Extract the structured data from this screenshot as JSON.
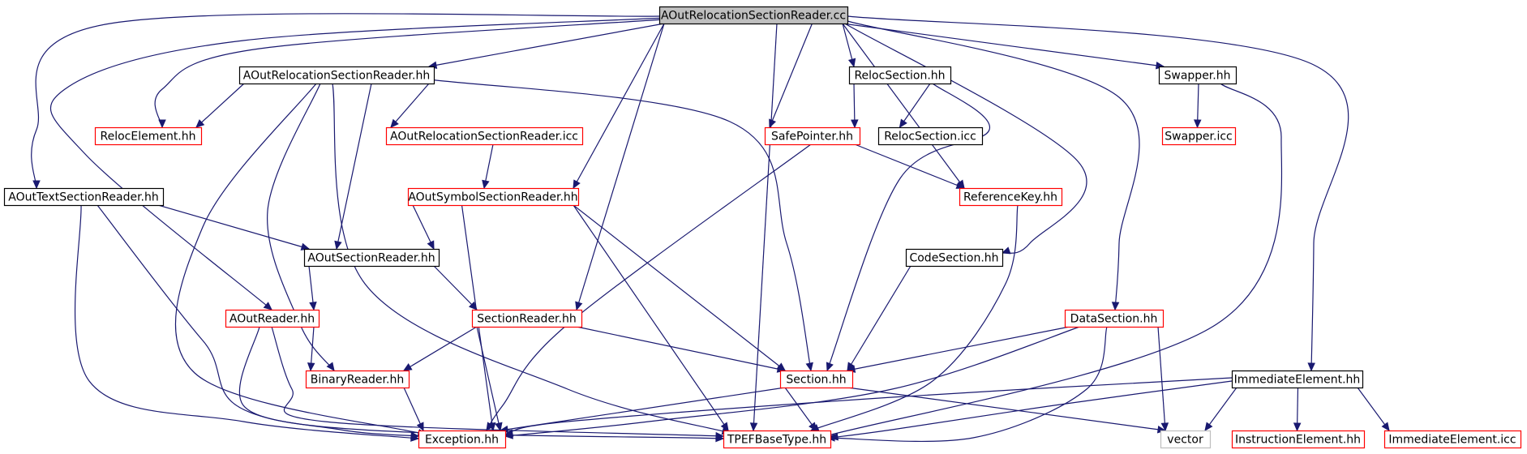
{
  "colors": {
    "edge": "#191970",
    "normal_border": "#000000",
    "missing_border": "#ff0000",
    "external_border": "#bfbfbf",
    "root_fill": "#bfbfbf",
    "node_fill": "#ffffff",
    "text": "#000000"
  },
  "nodes": [
    {
      "id": "root",
      "label": "AOutRelocationSectionReader.cc",
      "style": "root"
    },
    {
      "id": "aout_reloc_hh",
      "label": "AOutRelocationSectionReader.hh",
      "style": "normal"
    },
    {
      "id": "reloc_section_hh",
      "label": "RelocSection.hh",
      "style": "normal"
    },
    {
      "id": "swapper_hh",
      "label": "Swapper.hh",
      "style": "normal"
    },
    {
      "id": "reloc_element_hh",
      "label": "RelocElement.hh",
      "style": "missing"
    },
    {
      "id": "aout_reloc_icc",
      "label": "AOutRelocationSectionReader.icc",
      "style": "missing"
    },
    {
      "id": "safe_pointer_hh",
      "label": "SafePointer.hh",
      "style": "missing"
    },
    {
      "id": "reloc_section_icc",
      "label": "RelocSection.icc",
      "style": "normal"
    },
    {
      "id": "swapper_icc",
      "label": "Swapper.icc",
      "style": "missing"
    },
    {
      "id": "aout_text_hh",
      "label": "AOutTextSectionReader.hh",
      "style": "normal"
    },
    {
      "id": "aout_symbol_hh",
      "label": "AOutSymbolSectionReader.hh",
      "style": "missing"
    },
    {
      "id": "reference_key_hh",
      "label": "ReferenceKey.hh",
      "style": "missing"
    },
    {
      "id": "aout_section_hh",
      "label": "AOutSectionReader.hh",
      "style": "normal"
    },
    {
      "id": "code_section_hh",
      "label": "CodeSection.hh",
      "style": "normal"
    },
    {
      "id": "aout_reader_hh",
      "label": "AOutReader.hh",
      "style": "missing"
    },
    {
      "id": "section_reader_hh",
      "label": "SectionReader.hh",
      "style": "missing"
    },
    {
      "id": "data_section_hh",
      "label": "DataSection.hh",
      "style": "missing"
    },
    {
      "id": "binary_reader_hh",
      "label": "BinaryReader.hh",
      "style": "missing"
    },
    {
      "id": "section_hh",
      "label": "Section.hh",
      "style": "missing"
    },
    {
      "id": "immediate_element_hh",
      "label": "ImmediateElement.hh",
      "style": "normal"
    },
    {
      "id": "exception_hh",
      "label": "Exception.hh",
      "style": "missing"
    },
    {
      "id": "tpef_base_hh",
      "label": "TPEFBaseType.hh",
      "style": "missing"
    },
    {
      "id": "vector",
      "label": "vector",
      "style": "external"
    },
    {
      "id": "instruction_element_hh",
      "label": "InstructionElement.hh",
      "style": "missing"
    },
    {
      "id": "immediate_element_icc",
      "label": "ImmediateElement.icc",
      "style": "missing"
    }
  ],
  "edges": [
    {
      "from": "root",
      "to": "aout_reloc_hh"
    },
    {
      "from": "root",
      "to": "reloc_element_hh"
    },
    {
      "from": "root",
      "to": "aout_text_hh"
    },
    {
      "from": "root",
      "to": "aout_reader_hh"
    },
    {
      "from": "root",
      "to": "aout_symbol_hh"
    },
    {
      "from": "root",
      "to": "section_reader_hh"
    },
    {
      "from": "root",
      "to": "safe_pointer_hh"
    },
    {
      "from": "root",
      "to": "tpef_base_hh"
    },
    {
      "from": "root",
      "to": "reloc_section_hh"
    },
    {
      "from": "root",
      "to": "reference_key_hh"
    },
    {
      "from": "root",
      "to": "code_section_hh"
    },
    {
      "from": "root",
      "to": "data_section_hh"
    },
    {
      "from": "root",
      "to": "swapper_hh"
    },
    {
      "from": "root",
      "to": "immediate_element_hh"
    },
    {
      "from": "aout_reloc_hh",
      "to": "reloc_element_hh"
    },
    {
      "from": "aout_reloc_hh",
      "to": "aout_reloc_icc"
    },
    {
      "from": "aout_reloc_hh",
      "to": "aout_section_hh"
    },
    {
      "from": "aout_reloc_hh",
      "to": "binary_reader_hh"
    },
    {
      "from": "aout_reloc_hh",
      "to": "exception_hh"
    },
    {
      "from": "aout_reloc_hh",
      "to": "tpef_base_hh"
    },
    {
      "from": "aout_reloc_hh",
      "to": "section_hh"
    },
    {
      "from": "aout_reloc_icc",
      "to": "aout_symbol_hh"
    },
    {
      "from": "aout_symbol_hh",
      "to": "aout_section_hh"
    },
    {
      "from": "aout_symbol_hh",
      "to": "exception_hh"
    },
    {
      "from": "aout_symbol_hh",
      "to": "tpef_base_hh"
    },
    {
      "from": "aout_symbol_hh",
      "to": "section_hh"
    },
    {
      "from": "aout_text_hh",
      "to": "aout_section_hh"
    },
    {
      "from": "aout_text_hh",
      "to": "exception_hh"
    },
    {
      "from": "aout_text_hh",
      "to": "tpef_base_hh"
    },
    {
      "from": "aout_section_hh",
      "to": "aout_reader_hh"
    },
    {
      "from": "aout_section_hh",
      "to": "section_reader_hh"
    },
    {
      "from": "aout_reader_hh",
      "to": "binary_reader_hh"
    },
    {
      "from": "aout_reader_hh",
      "to": "exception_hh"
    },
    {
      "from": "aout_reader_hh",
      "to": "tpef_base_hh"
    },
    {
      "from": "section_reader_hh",
      "to": "binary_reader_hh"
    },
    {
      "from": "section_reader_hh",
      "to": "exception_hh"
    },
    {
      "from": "section_reader_hh",
      "to": "section_hh"
    },
    {
      "from": "binary_reader_hh",
      "to": "exception_hh"
    },
    {
      "from": "reloc_section_hh",
      "to": "safe_pointer_hh"
    },
    {
      "from": "reloc_section_hh",
      "to": "reloc_section_icc"
    },
    {
      "from": "reloc_section_hh",
      "to": "section_hh"
    },
    {
      "from": "safe_pointer_hh",
      "to": "reference_key_hh"
    },
    {
      "from": "safe_pointer_hh",
      "to": "exception_hh"
    },
    {
      "from": "reference_key_hh",
      "to": "tpef_base_hh"
    },
    {
      "from": "code_section_hh",
      "to": "section_hh"
    },
    {
      "from": "data_section_hh",
      "to": "section_hh"
    },
    {
      "from": "data_section_hh",
      "to": "exception_hh"
    },
    {
      "from": "data_section_hh",
      "to": "tpef_base_hh"
    },
    {
      "from": "data_section_hh",
      "to": "vector"
    },
    {
      "from": "section_hh",
      "to": "exception_hh"
    },
    {
      "from": "section_hh",
      "to": "tpef_base_hh"
    },
    {
      "from": "section_hh",
      "to": "vector"
    },
    {
      "from": "swapper_hh",
      "to": "swapper_icc"
    },
    {
      "from": "swapper_hh",
      "to": "tpef_base_hh"
    },
    {
      "from": "immediate_element_hh",
      "to": "exception_hh"
    },
    {
      "from": "immediate_element_hh",
      "to": "tpef_base_hh"
    },
    {
      "from": "immediate_element_hh",
      "to": "vector"
    },
    {
      "from": "immediate_element_hh",
      "to": "instruction_element_hh"
    },
    {
      "from": "immediate_element_hh",
      "to": "immediate_element_icc"
    }
  ]
}
